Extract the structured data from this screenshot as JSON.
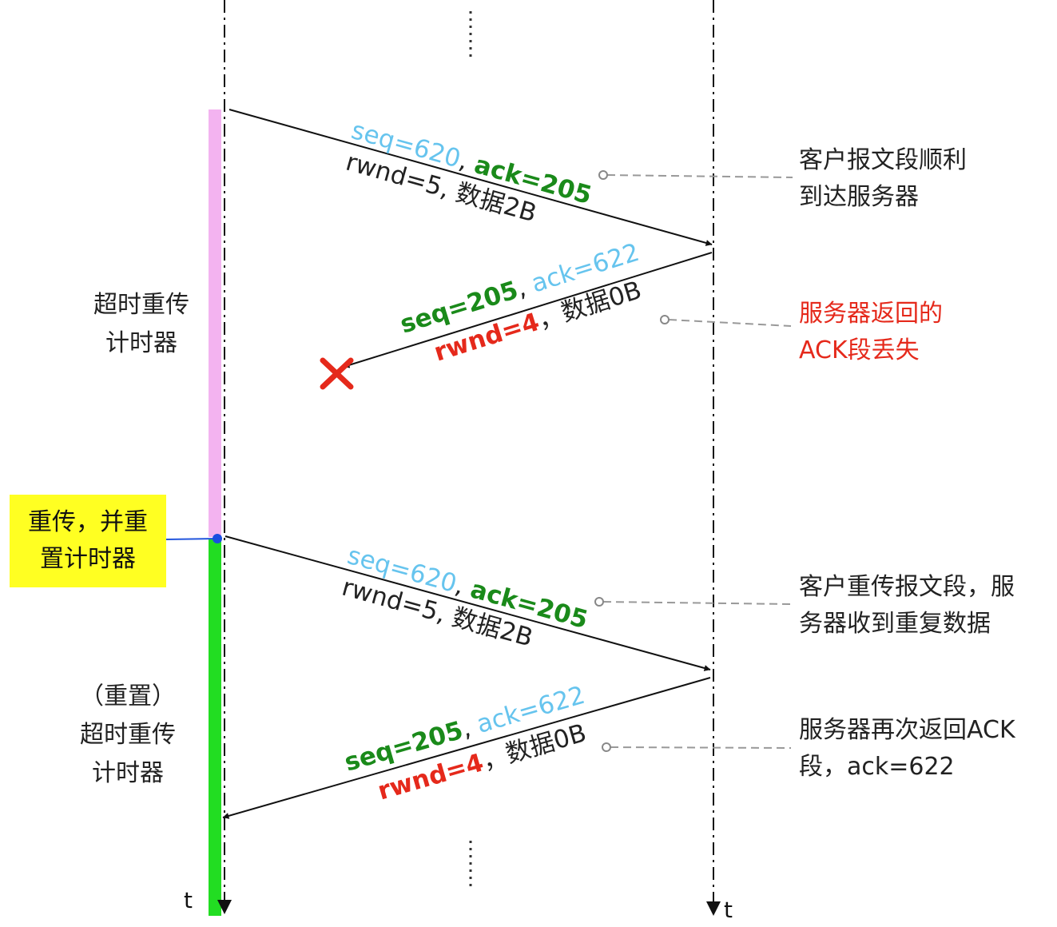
{
  "colors": {
    "seq_ack_blue": "#66c4ee",
    "seq_ack_green": "#1a8a1a",
    "rwnd_red": "#e5291b",
    "text_dark": "#222222",
    "timer_pink": "#f3b3f0",
    "timer_green": "#22dd22",
    "badge_yellow": "#ffff22",
    "lost_mark_red": "#e5291b",
    "dot_blue": "#1a4ee0"
  },
  "time_axis_label_client": "t",
  "time_axis_label_server": "t",
  "timer_label": {
    "line1": "超时重传",
    "line2": "计时器"
  },
  "timer_reset_label": {
    "line1": "（重置）",
    "line2": "超时重传",
    "line3": "计时器"
  },
  "retransmit_badge": {
    "line1": "重传，并重",
    "line2": "置计时器"
  },
  "messages": [
    {
      "line1_seq": "seq=620",
      "line1_sep": ", ",
      "line1_ack": "ack=205",
      "line2_rwnd": "rwnd=5",
      "line2_rest": ", 数据2B"
    },
    {
      "line1_seq": "seq=205",
      "line1_sep": ", ",
      "line1_ack": "ack=622",
      "line2_rwnd": "rwnd=4",
      "line2_rest": "，数据0B"
    },
    {
      "line1_seq": "seq=620",
      "line1_sep": ", ",
      "line1_ack": "ack=205",
      "line2_rwnd": "rwnd=5",
      "line2_rest": ", 数据2B"
    },
    {
      "line1_seq": "seq=205",
      "line1_sep": ", ",
      "line1_ack": "ack=622",
      "line2_rwnd": "rwnd=4",
      "line2_rest": "，数据0B"
    }
  ],
  "annotations": [
    {
      "line1": "客户报文段顺利",
      "line2": "到达服务器"
    },
    {
      "line1": "服务器返回的",
      "line2": "ACK段丢失"
    },
    {
      "line1": "客户重传报文段，服",
      "line2": "务器收到重复数据"
    },
    {
      "line1": "服务器再次返回ACK",
      "line2": "段，ack=622"
    }
  ]
}
